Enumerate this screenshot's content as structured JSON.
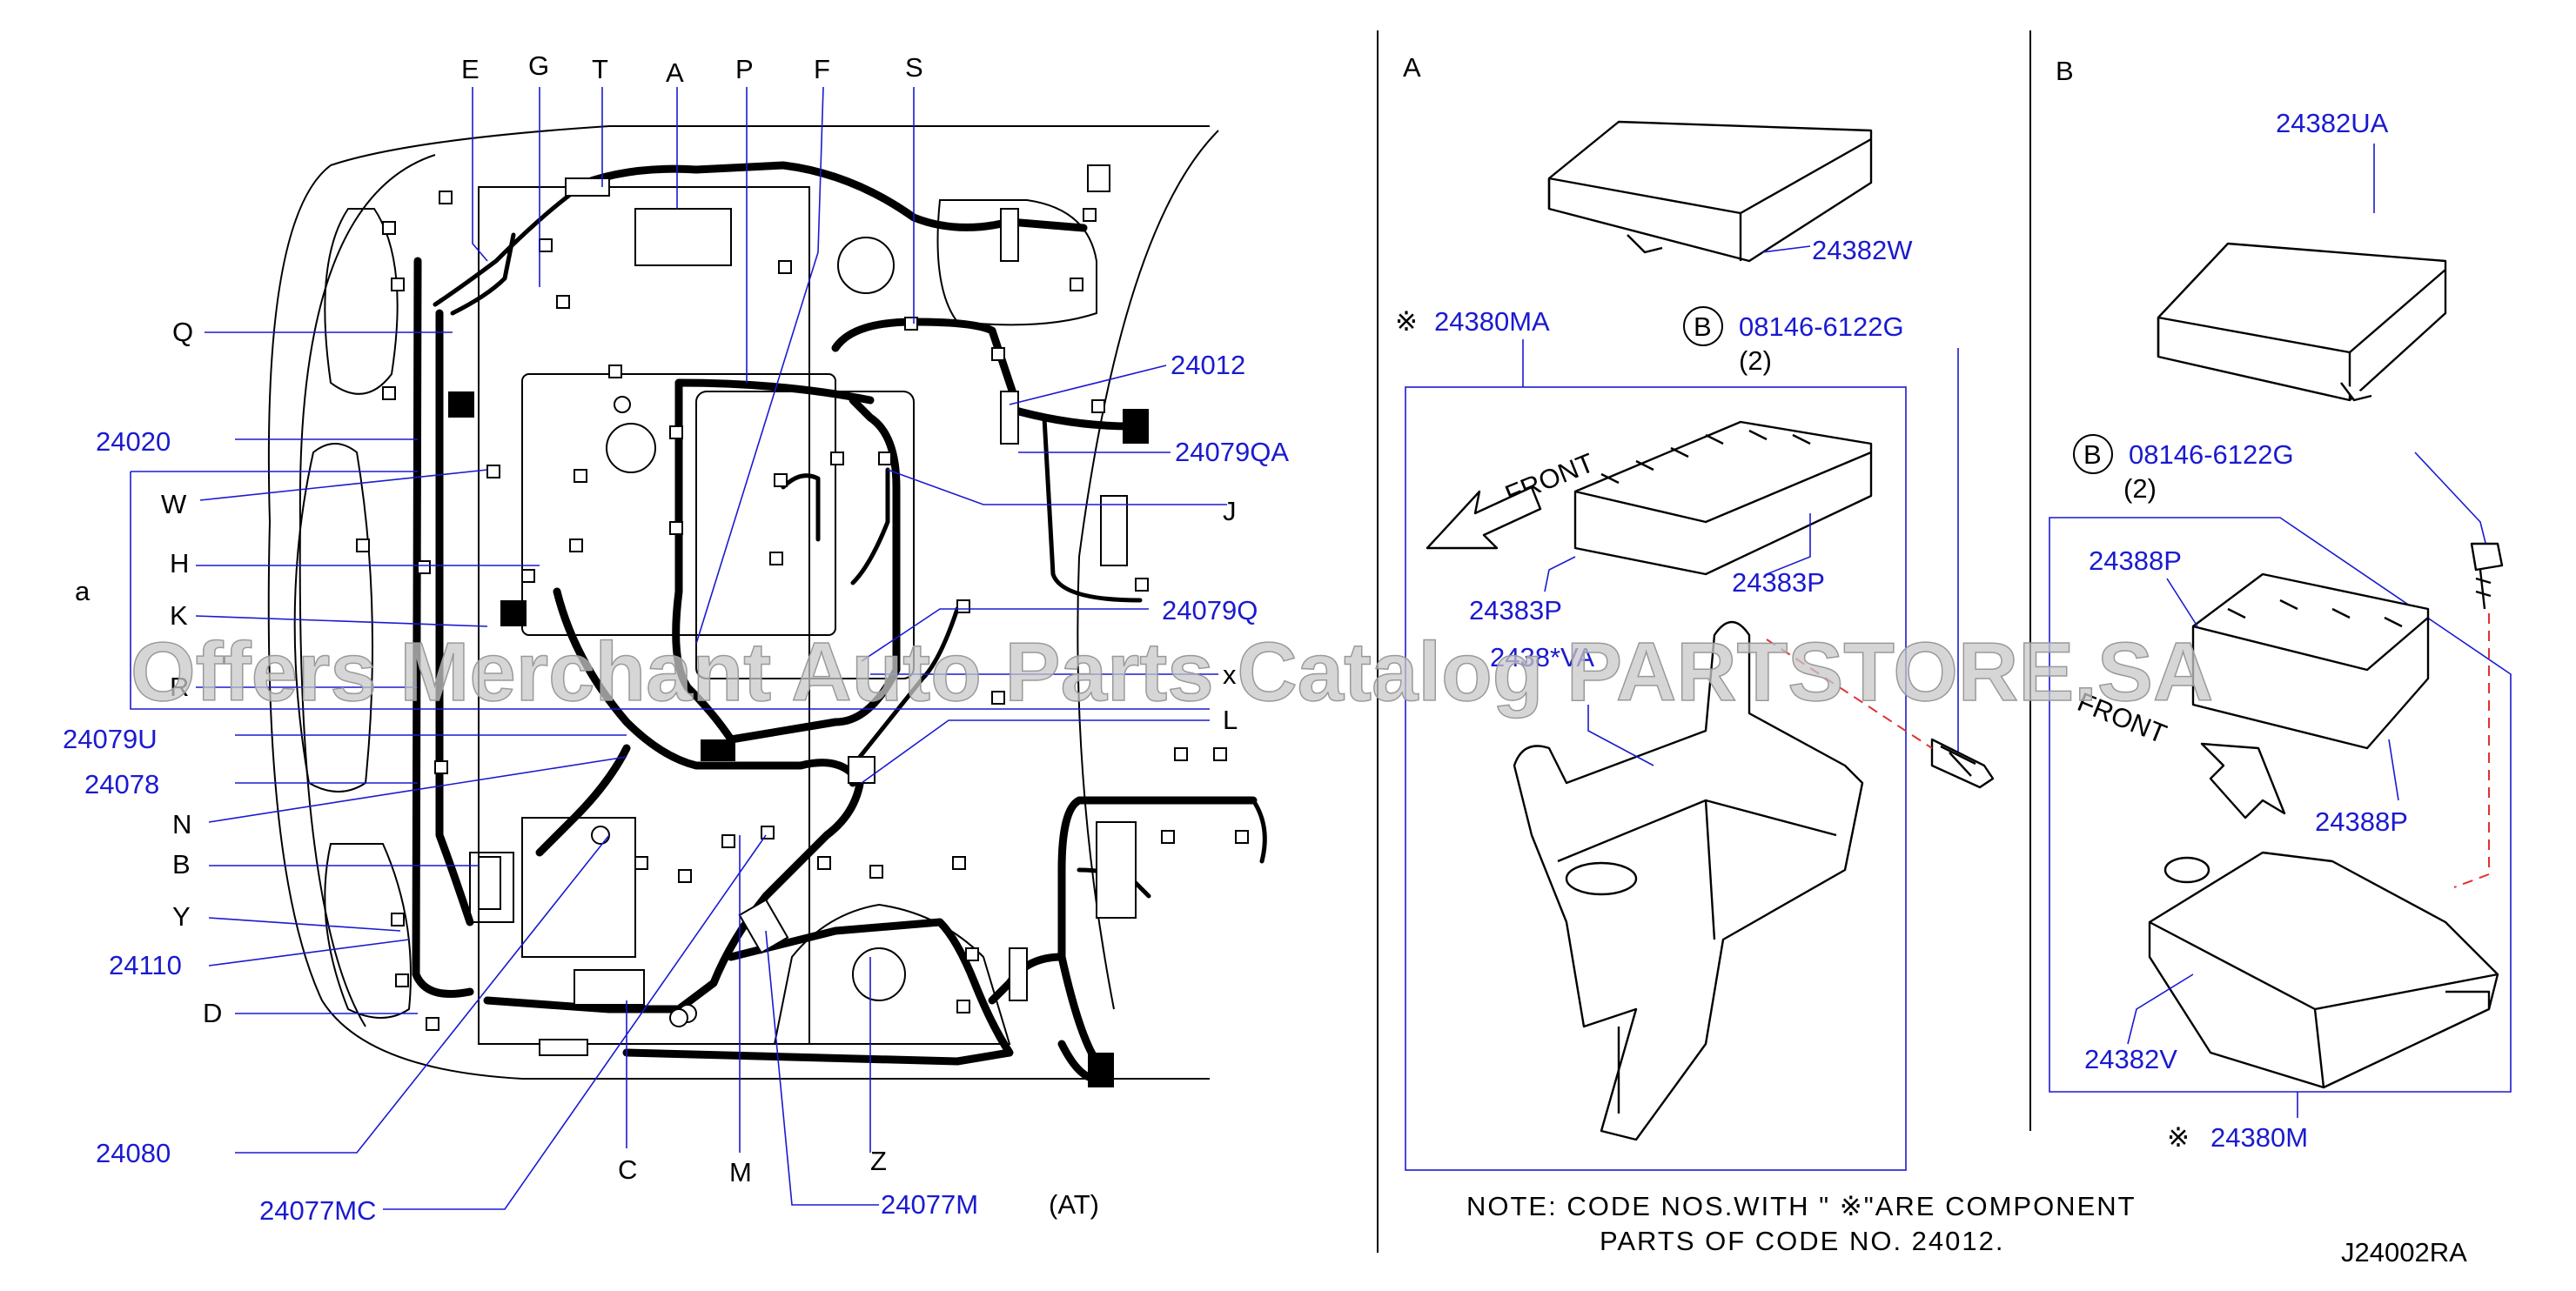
{
  "letters_top": [
    "E",
    "G",
    "T",
    "A",
    "P",
    "F",
    "S"
  ],
  "letters_left": [
    "Q",
    "W",
    "a",
    "H",
    "K",
    "R",
    "N",
    "B",
    "Y",
    "D"
  ],
  "letters_right": [
    "J",
    "x",
    "L"
  ],
  "letters_bottom": [
    "C",
    "M",
    "Z"
  ],
  "part_numbers_left": [
    "24020",
    "24079U",
    "24078",
    "24110",
    "24080",
    "24077MC",
    "24077M"
  ],
  "part_numbers_right": [
    "24012",
    "24079QA",
    "24079Q"
  ],
  "at_note": "(AT)",
  "section_a": {
    "title": "A",
    "cover": "24382W",
    "assembly": "24380MA",
    "bolt_ref": "B",
    "bolt": "08146-6122G",
    "bolt_qty": "(2)",
    "block1": "24383P",
    "block2": "24383P",
    "bracket": "2438*VA",
    "front": "FRONT",
    "star": "※"
  },
  "section_b": {
    "title": "B",
    "cover": "24382UA",
    "bolt_ref": "B",
    "bolt": "08146-6122G",
    "bolt_qty": "(2)",
    "block1": "24388P",
    "block2": "24388P",
    "front": "FRONT",
    "tray": "24382V",
    "assembly": "24380M",
    "star": "※"
  },
  "note_line1": "NOTE:  CODE  NOS.WITH  \" ※\"ARE  COMPONENT",
  "note_line2": "PARTS  OF  CODE  NO.  24012.",
  "diagram_code": "J24002RA",
  "watermark": "Offers Merchant Auto Parts Catalog PARTSTORE.SA"
}
